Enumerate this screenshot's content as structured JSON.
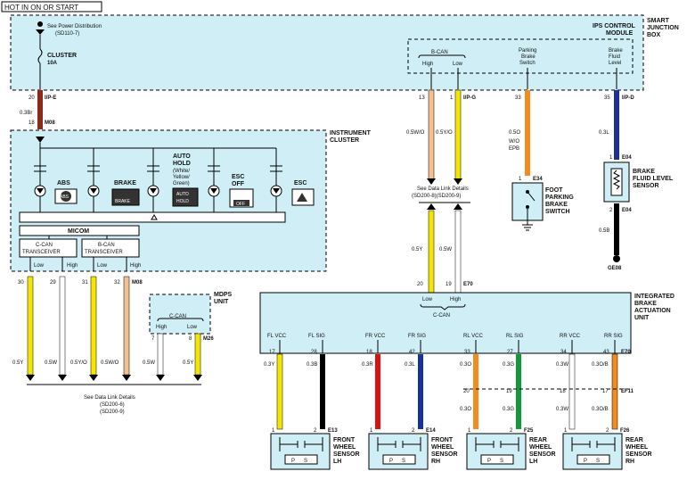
{
  "top_label": "HOT IN ON OR START",
  "sjb": {
    "name": "SMART JUNCTION BOX",
    "power_ref": "See Power Distribution (SD110-7)",
    "fuse_name": "CLUSTER",
    "fuse_rating": "10A",
    "ips": "IPS CONTROL MODULE",
    "bcan": "B-CAN",
    "bcan_high": "High",
    "bcan_low": "Low",
    "parking": "Parking Brake Switch",
    "brake_fluid": "Brake Fluid Level"
  },
  "top_wires": {
    "cluster_pin": "20",
    "cluster_conn": "I/P-E",
    "cluster_wire": "0.3Br",
    "cluster_pin2": "18",
    "cluster_conn2": "M08",
    "bcan_pin_high": "13",
    "bcan_pin_low": "1",
    "bcan_conn": "I/P-G",
    "bcan_wire_high": "0.5W/O",
    "bcan_wire_low": "0.5Y/O",
    "park_pin": "33",
    "park_wire": "0.5O",
    "park_note": "W/O EPB",
    "park_pin2": "1",
    "park_conn2": "E34",
    "fluid_pin": "35",
    "fluid_conn": "I/P-D",
    "fluid_wire": "0.3L",
    "fluid_pin2": "1",
    "fluid_conn2": "E04",
    "fluid_pin3": "2",
    "fluid_conn3": "E04",
    "fluid_wire2": "0.5B",
    "ground": "GE08"
  },
  "cluster": {
    "name": "INSTRUMENT CLUSTER",
    "abs": "ABS",
    "abs_badge": "ABS",
    "brake": "BRAKE",
    "brake_badge": "BRAKE",
    "auto_hold": "AUTO HOLD",
    "auto_hold_colors": "(White/ Yellow/ Green)",
    "auto_badge": "AUTO HOLD",
    "esc_off": "ESC OFF",
    "esc_off_badge": "OFF",
    "esc": "ESC",
    "micom": "MICOM",
    "ccan_trx": "C-CAN TRANSCEIVER",
    "bcan_trx": "B-CAN TRANSCEIVER",
    "low": "Low",
    "high": "High"
  },
  "cluster_pins": {
    "p30": "30",
    "p29": "29",
    "p31": "31",
    "p32": "32",
    "conn": "M08",
    "w30": "0.5Y",
    "w29": "0.5W",
    "w31": "0.5Y/O",
    "w32": "0.5W/O"
  },
  "data_link_top": "See Data Link Details (SD200-8)(SD200-9)",
  "data_link_bottom": "See Data Link Details (SD200-6) (SD200-9)",
  "mdps": {
    "name": "MDPS UNIT",
    "ccan": "C-CAN",
    "high": "High",
    "low": "Low",
    "p7": "7",
    "p8": "8",
    "conn": "M26",
    "w7": "0.5W",
    "w8": "0.5Y"
  },
  "ibau": {
    "name": "INTEGRATED BRAKE ACTUATION UNIT",
    "low": "Low",
    "high": "High",
    "ccan": "C-CAN",
    "pin_low": "20",
    "pin_high": "19",
    "conn": "E70",
    "wire_low": "0.5Y",
    "wire_high": "0.5W",
    "conn_bottom": "E70",
    "splice": "EF11",
    "channels": [
      {
        "vcc": "FL VCC",
        "sig": "FL SIG",
        "pv": "17",
        "ps": "28",
        "wv": "0.3Y",
        "ws": "0.3B"
      },
      {
        "vcc": "FR VCC",
        "sig": "FR SIG",
        "pv": "18",
        "ps": "42",
        "wv": "0.3R",
        "ws": "0.3L"
      },
      {
        "vcc": "RL VCC",
        "sig": "RL SIG",
        "pv": "33",
        "ps": "27",
        "wv": "0.3O",
        "ws": "0.3G"
      },
      {
        "vcc": "RR VCC",
        "sig": "RR SIG",
        "pv": "34",
        "ps": "43",
        "wv": "0.3W",
        "ws": "0.3O/B"
      }
    ],
    "mid_pins": {
      "rl_v": "20",
      "rl_s": "19",
      "rr_v": "18",
      "rr_s": "17"
    },
    "mid_wires": {
      "rl_v": "0.3O",
      "rl_s": "0.3G",
      "rr_v": "0.3W",
      "rr_s": "0.3O/B"
    }
  },
  "sensors": [
    {
      "name": "FRONT WHEEL SENSOR LH",
      "p1": "1",
      "p2": "2",
      "conn": "E13"
    },
    {
      "name": "FRONT WHEEL SENSOR RH",
      "p1": "1",
      "p2": "2",
      "conn": "E14"
    },
    {
      "name": "REAR WHEEL SENSOR LH",
      "p1": "1",
      "p2": "2",
      "conn": "F25"
    },
    {
      "name": "REAR WHEEL SENSOR RH",
      "p1": "1",
      "p2": "2",
      "conn": "F26"
    }
  ],
  "sensor_p": "P",
  "sensor_s": "S",
  "foot_switch": "FOOT PARKING BRAKE SWITCH",
  "fluid_sensor": "BRAKE FLUID LEVEL SENSOR",
  "colors": {
    "yellow": "#f4e600",
    "white": "#ffffff",
    "orange": "#f28c1c",
    "blue": "#1a2fa0",
    "red": "#e01010",
    "green": "#129a3a",
    "brown": "#8b2a1a",
    "black": "#000000",
    "peach": "#f3c08e"
  }
}
